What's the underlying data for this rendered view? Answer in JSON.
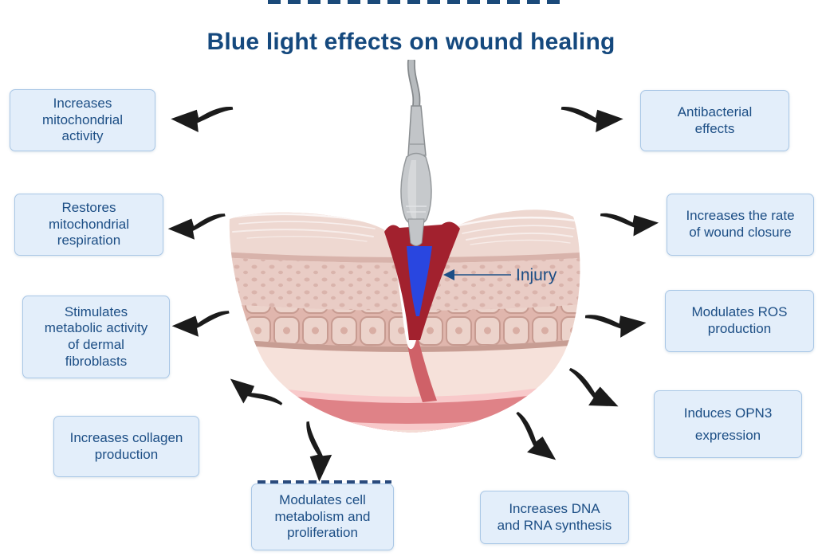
{
  "title": "Blue light effects on wound healing",
  "injury": {
    "label": "Injury"
  },
  "boxes": {
    "left": [
      {
        "label": "Increases\nmitochondrial\nactivity"
      },
      {
        "label": "Restores\nmitochondrial\nrespiration"
      },
      {
        "label": "Stimulates\nmetabolic activity\nof dermal\nfibroblasts"
      },
      {
        "label": "Increases collagen\nproduction"
      }
    ],
    "bottom": [
      {
        "label": "Modulates cell\nmetabolism and\nproliferation"
      },
      {
        "label": "Increases DNA\nand RNA synthesis"
      }
    ],
    "right": [
      {
        "label": "Antibacterial\neffects"
      },
      {
        "label": "Increases the rate\nof wound closure"
      },
      {
        "label": "Modulates ROS\nproduction"
      },
      {
        "label": "Induces OPN3\nexpression"
      }
    ]
  },
  "colors": {
    "title_navy": "#15497E",
    "box_background": "#E3EEFA",
    "box_border": "#A9C7E6",
    "box_text": "#1C4E85",
    "arrow_black": "#1B1B1B",
    "wound_red": "#A2212E",
    "light_beam_blue": "#2946E0",
    "probe_gray": "#C6C9CC",
    "skin_epidermis": "#EED8D1",
    "skin_dermis": "#E9CCC5",
    "skin_cells": "#ECD3CB",
    "skin_subcutis": "#F6E1DA",
    "deep_band_pink": "#DF8287"
  }
}
